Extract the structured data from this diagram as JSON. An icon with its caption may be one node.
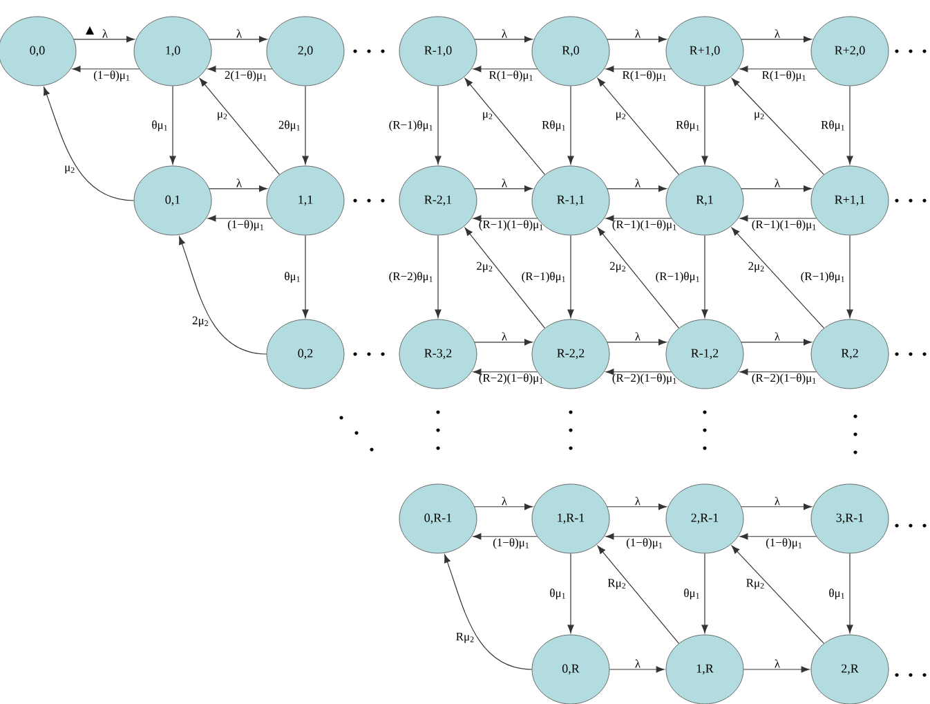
{
  "diagram": {
    "nodes": [
      {
        "text": [
          "0,0"
        ]
      },
      {
        "text": [
          "1,0"
        ]
      },
      {
        "text": [
          "2,0"
        ]
      },
      {
        "text": [
          "0,1"
        ]
      },
      {
        "text": [
          "1,1"
        ]
      },
      {
        "text": [
          "0,2"
        ]
      },
      {
        "text": [
          "R-1,0"
        ]
      },
      {
        "text": [
          "R,0"
        ]
      },
      {
        "text": [
          "R+1,0"
        ]
      },
      {
        "text": [
          "R+2,0"
        ]
      },
      {
        "text": [
          "R-2,1"
        ]
      },
      {
        "text": [
          "R-1,1"
        ]
      },
      {
        "text": [
          "R,1"
        ]
      },
      {
        "text": [
          "R+1,1"
        ]
      },
      {
        "text": [
          "R-3,2"
        ]
      },
      {
        "text": [
          "R-2,2"
        ]
      },
      {
        "text": [
          "R-1,2"
        ]
      },
      {
        "text": [
          "R,2"
        ]
      },
      {
        "text": [
          "0,R-1"
        ]
      },
      {
        "text": [
          "1,R-1"
        ]
      },
      {
        "text": [
          "2,R-1"
        ]
      },
      {
        "text": [
          "3,R-1"
        ]
      },
      {
        "text": [
          "0,R"
        ]
      },
      {
        "text": [
          "1,R"
        ]
      },
      {
        "text": [
          "2,R"
        ]
      }
    ],
    "edges": [
      {
        "from": 0,
        "to": 1,
        "arrow": "to",
        "label": "λ"
      },
      {
        "from": 1,
        "to": 0,
        "arrow": "to",
        "label": "(1−θ)μ$_{1}$"
      },
      {
        "from": 1,
        "to": 2,
        "arrow": "to",
        "label": "λ"
      },
      {
        "from": 2,
        "to": 1,
        "arrow": "to",
        "label": "2(1−θ)μ$_{1}$"
      },
      {
        "from": 1,
        "to": 3,
        "arrow": "to",
        "label": "θμ$_{1}$"
      },
      {
        "from": 4,
        "to": 1,
        "arrow": "to",
        "label": "μ$_{2}$"
      },
      {
        "from": 2,
        "to": 4,
        "arrow": "to",
        "label": "2θμ$_{1}$"
      },
      {
        "from": 3,
        "to": 4,
        "arrow": "to",
        "label": "λ"
      },
      {
        "from": 4,
        "to": 3,
        "arrow": "to",
        "label": "(1−θ)μ$_{1}$"
      },
      {
        "from": 3,
        "to": 0,
        "arrow": "to",
        "label": "μ$_{2}$"
      },
      {
        "from": 4,
        "to": 5,
        "arrow": "to",
        "label": "θμ$_{1}$"
      },
      {
        "from": 5,
        "to": 3,
        "arrow": "to",
        "label": "2μ$_{2}$"
      },
      {
        "from": 6,
        "to": 7,
        "arrow": "to",
        "label": "λ"
      },
      {
        "from": 7,
        "to": 6,
        "arrow": "to",
        "label": "R(1−θ)μ$_{1}$"
      },
      {
        "from": 7,
        "to": 8,
        "arrow": "to",
        "label": "λ"
      },
      {
        "from": 8,
        "to": 7,
        "arrow": "to",
        "label": "R(1−θ)μ$_{1}$"
      },
      {
        "from": 8,
        "to": 9,
        "arrow": "to",
        "label": "λ"
      },
      {
        "from": 9,
        "to": 8,
        "arrow": "to",
        "label": "R(1−θ)μ$_{1}$"
      },
      {
        "from": 6,
        "to": 10,
        "arrow": "to",
        "label": "(R−1)θμ$_{1}$"
      },
      {
        "from": 7,
        "to": 11,
        "arrow": "to",
        "label": "Rθμ$_{1}$"
      },
      {
        "from": 8,
        "to": 12,
        "arrow": "to",
        "label": "Rθμ$_{1}$"
      },
      {
        "from": 9,
        "to": 13,
        "arrow": "to",
        "label": "Rθμ$_{1}$"
      },
      {
        "from": 11,
        "to": 6,
        "arrow": "to",
        "label": "μ$_{2}$"
      },
      {
        "from": 12,
        "to": 7,
        "arrow": "to",
        "label": "μ$_{2}$"
      },
      {
        "from": 13,
        "to": 8,
        "arrow": "to",
        "label": "μ$_{2}$"
      },
      {
        "from": 10,
        "to": 11,
        "arrow": "to",
        "label": "λ"
      },
      {
        "from": 11,
        "to": 10,
        "arrow": "to",
        "label": "(R−1)(1−θ)μ$_{1}$"
      },
      {
        "from": 11,
        "to": 12,
        "arrow": "to",
        "label": "λ"
      },
      {
        "from": 12,
        "to": 11,
        "arrow": "to",
        "label": "(R−1)(1−θ)μ$_{1}$"
      },
      {
        "from": 12,
        "to": 13,
        "arrow": "to",
        "label": "λ"
      },
      {
        "from": 13,
        "to": 12,
        "arrow": "to",
        "label": "(R−1)(1−θ)μ$_{1}$"
      },
      {
        "from": 10,
        "to": 14,
        "arrow": "to",
        "label": "(R−2)θμ$_{1}$"
      },
      {
        "from": 11,
        "to": 15,
        "arrow": "to",
        "label": "(R−1)θμ$_{1}$"
      },
      {
        "from": 12,
        "to": 16,
        "arrow": "to",
        "label": "(R−1)θμ$_{1}$"
      },
      {
        "from": 13,
        "to": 17,
        "arrow": "to",
        "label": "(R−1)θμ$_{1}$"
      },
      {
        "from": 15,
        "to": 10,
        "arrow": "to",
        "label": "2μ$_{2}$"
      },
      {
        "from": 16,
        "to": 11,
        "arrow": "to",
        "label": "2μ$_{2}$"
      },
      {
        "from": 17,
        "to": 12,
        "arrow": "to",
        "label": "2μ$_{2}$"
      },
      {
        "from": 14,
        "to": 15,
        "arrow": "to",
        "label": "λ"
      },
      {
        "from": 15,
        "to": 14,
        "arrow": "to",
        "label": "(R−2)(1−θ)μ$_{1}$"
      },
      {
        "from": 15,
        "to": 16,
        "arrow": "to",
        "label": "λ"
      },
      {
        "from": 16,
        "to": 15,
        "arrow": "to",
        "label": "(R−2)(1−θ)μ$_{1}$"
      },
      {
        "from": 16,
        "to": 17,
        "arrow": "to",
        "label": "λ"
      },
      {
        "from": 17,
        "to": 16,
        "arrow": "to",
        "label": "(R−2)(1−θ)μ$_{1}$"
      },
      {
        "from": 18,
        "to": 19,
        "arrow": "to",
        "label": "λ"
      },
      {
        "from": 19,
        "to": 18,
        "arrow": "to",
        "label": "(1−θ)μ$_{1}$"
      },
      {
        "from": 19,
        "to": 20,
        "arrow": "to",
        "label": "λ"
      },
      {
        "from": 20,
        "to": 19,
        "arrow": "to",
        "label": "(1−θ)μ$_{1}$"
      },
      {
        "from": 20,
        "to": 21,
        "arrow": "to",
        "label": "λ"
      },
      {
        "from": 21,
        "to": 20,
        "arrow": "to",
        "label": "(1−θ)μ$_{1}$"
      },
      {
        "from": 19,
        "to": 22,
        "arrow": "to",
        "label": "θμ$_{1}$"
      },
      {
        "from": 20,
        "to": 23,
        "arrow": "to",
        "label": "θμ$_{1}$"
      },
      {
        "from": 21,
        "to": 24,
        "arrow": "to",
        "label": "θμ$_{1}$"
      },
      {
        "from": 23,
        "to": 19,
        "arrow": "to",
        "label": "Rμ$_{2}$"
      },
      {
        "from": 24,
        "to": 20,
        "arrow": "to",
        "label": "Rμ$_{2}$"
      },
      {
        "from": 22,
        "to": 18,
        "arrow": "to",
        "label": "Rμ$_{2}$"
      },
      {
        "from": 22,
        "to": 23,
        "arrow": "to",
        "label": "λ"
      },
      {
        "from": 23,
        "to": 24,
        "arrow": "to",
        "label": "λ"
      }
    ]
  }
}
